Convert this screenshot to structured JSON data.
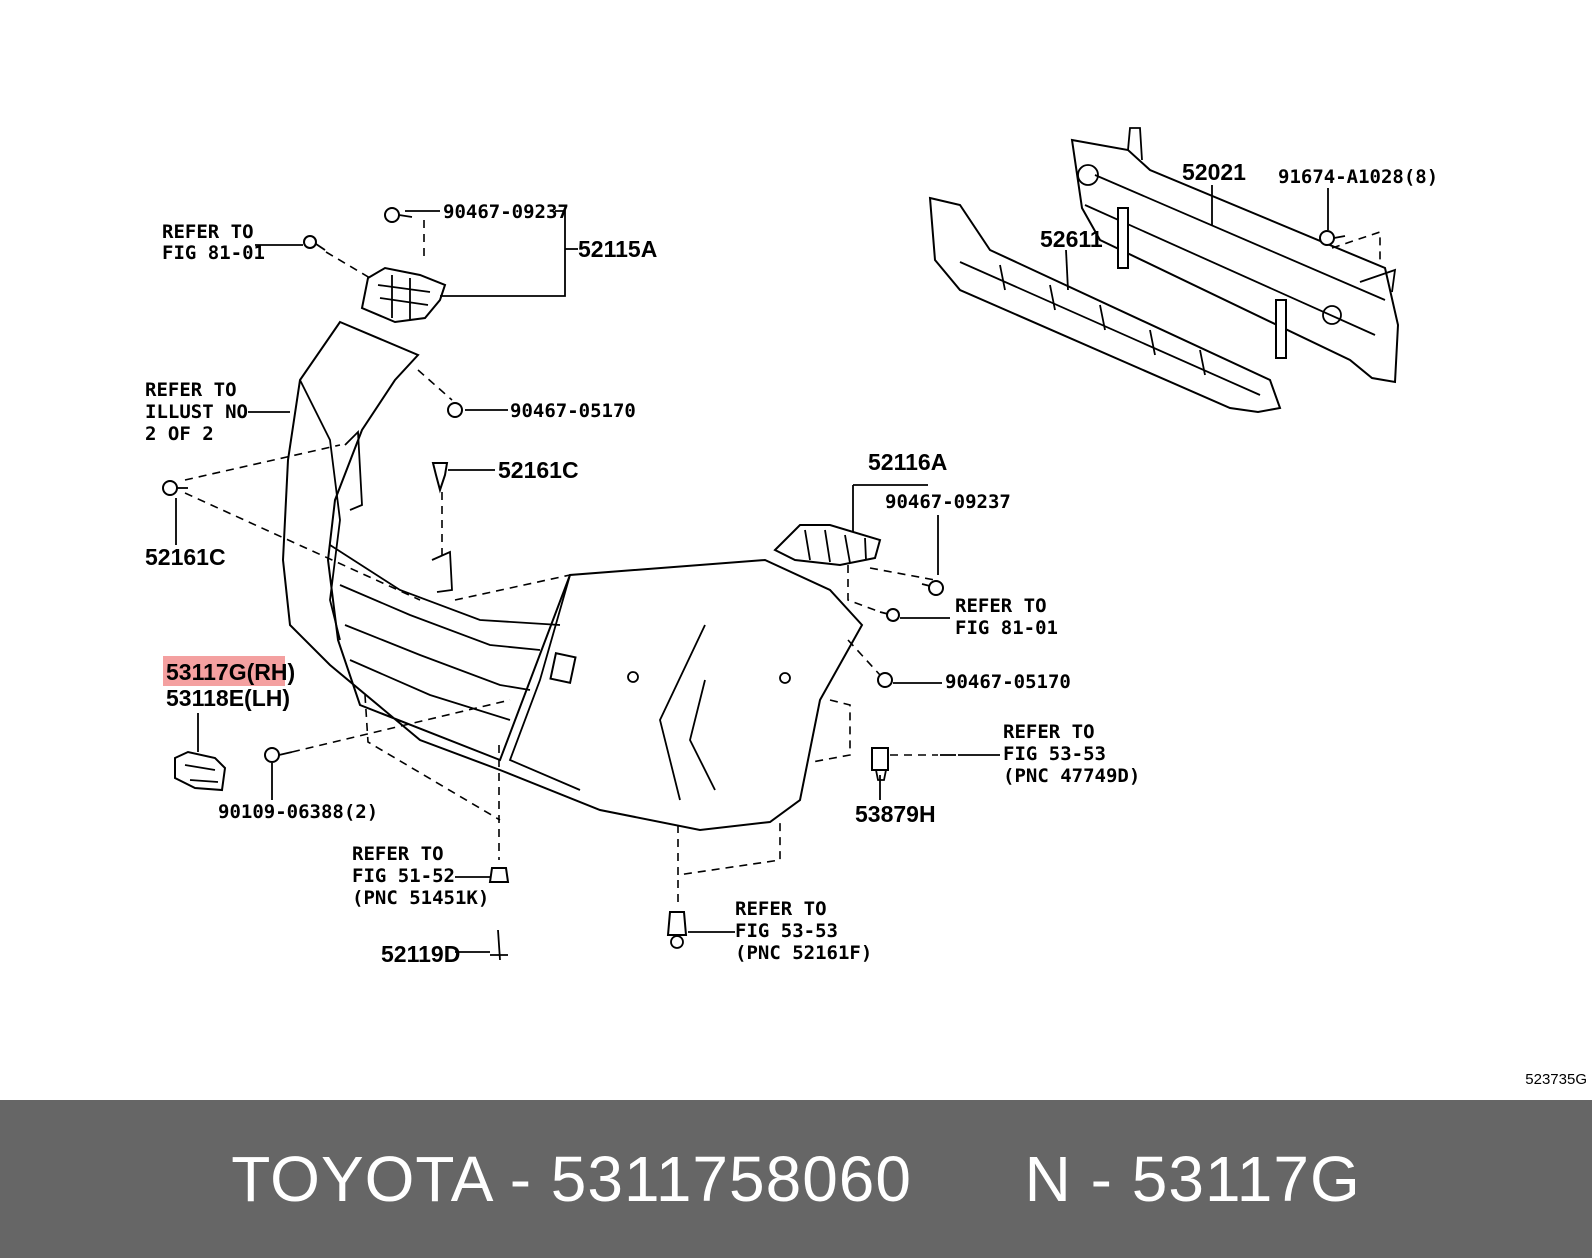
{
  "callouts": {
    "c_90467_09237_top": "90467-09237",
    "c_52115A": "52115A",
    "c_refer_81_top_l1": "REFER TO",
    "c_refer_81_top_l2": "FIG 81-01",
    "c_refer_illust_l1": "REFER TO",
    "c_refer_illust_l2": "ILLUST NO",
    "c_refer_illust_l3": "2 OF 2",
    "c_90467_05170_top": "90467-05170",
    "c_52161C_mid": "52161C",
    "c_52161C_left": "52161C",
    "c_52021": "52021",
    "c_91674": "91674-A1028(8)",
    "c_52611": "52611",
    "c_52116A": "52116A",
    "c_90467_09237_right": "90467-09237",
    "c_refer_81_right_l1": "REFER TO",
    "c_refer_81_right_l2": "FIG 81-01",
    "c_90467_05170_right": "90467-05170",
    "c_53117G": "53117G(RH)",
    "c_53118E": "53118E(LH)",
    "c_90109": "90109-06388(2)",
    "c_refer_5353_right_l1": "REFER TO",
    "c_refer_5353_right_l2": "FIG 53-53",
    "c_refer_5353_right_l3": "(PNC 47749D)",
    "c_53879H": "53879H",
    "c_refer_5152_l1": "REFER TO",
    "c_refer_5152_l2": "FIG 51-52",
    "c_refer_5152_l3": "(PNC 51451K)",
    "c_52119D": "52119D",
    "c_refer_5353_bottom_l1": "REFER TO",
    "c_refer_5353_bottom_l2": "FIG 53-53",
    "c_refer_5353_bottom_l3": "(PNC 52161F)"
  },
  "diagram_code": "523735G",
  "highlight_color": "#f08080",
  "footer": {
    "title": "TOYOTA - 5311758060      N - 53117G",
    "background": "#666666"
  }
}
